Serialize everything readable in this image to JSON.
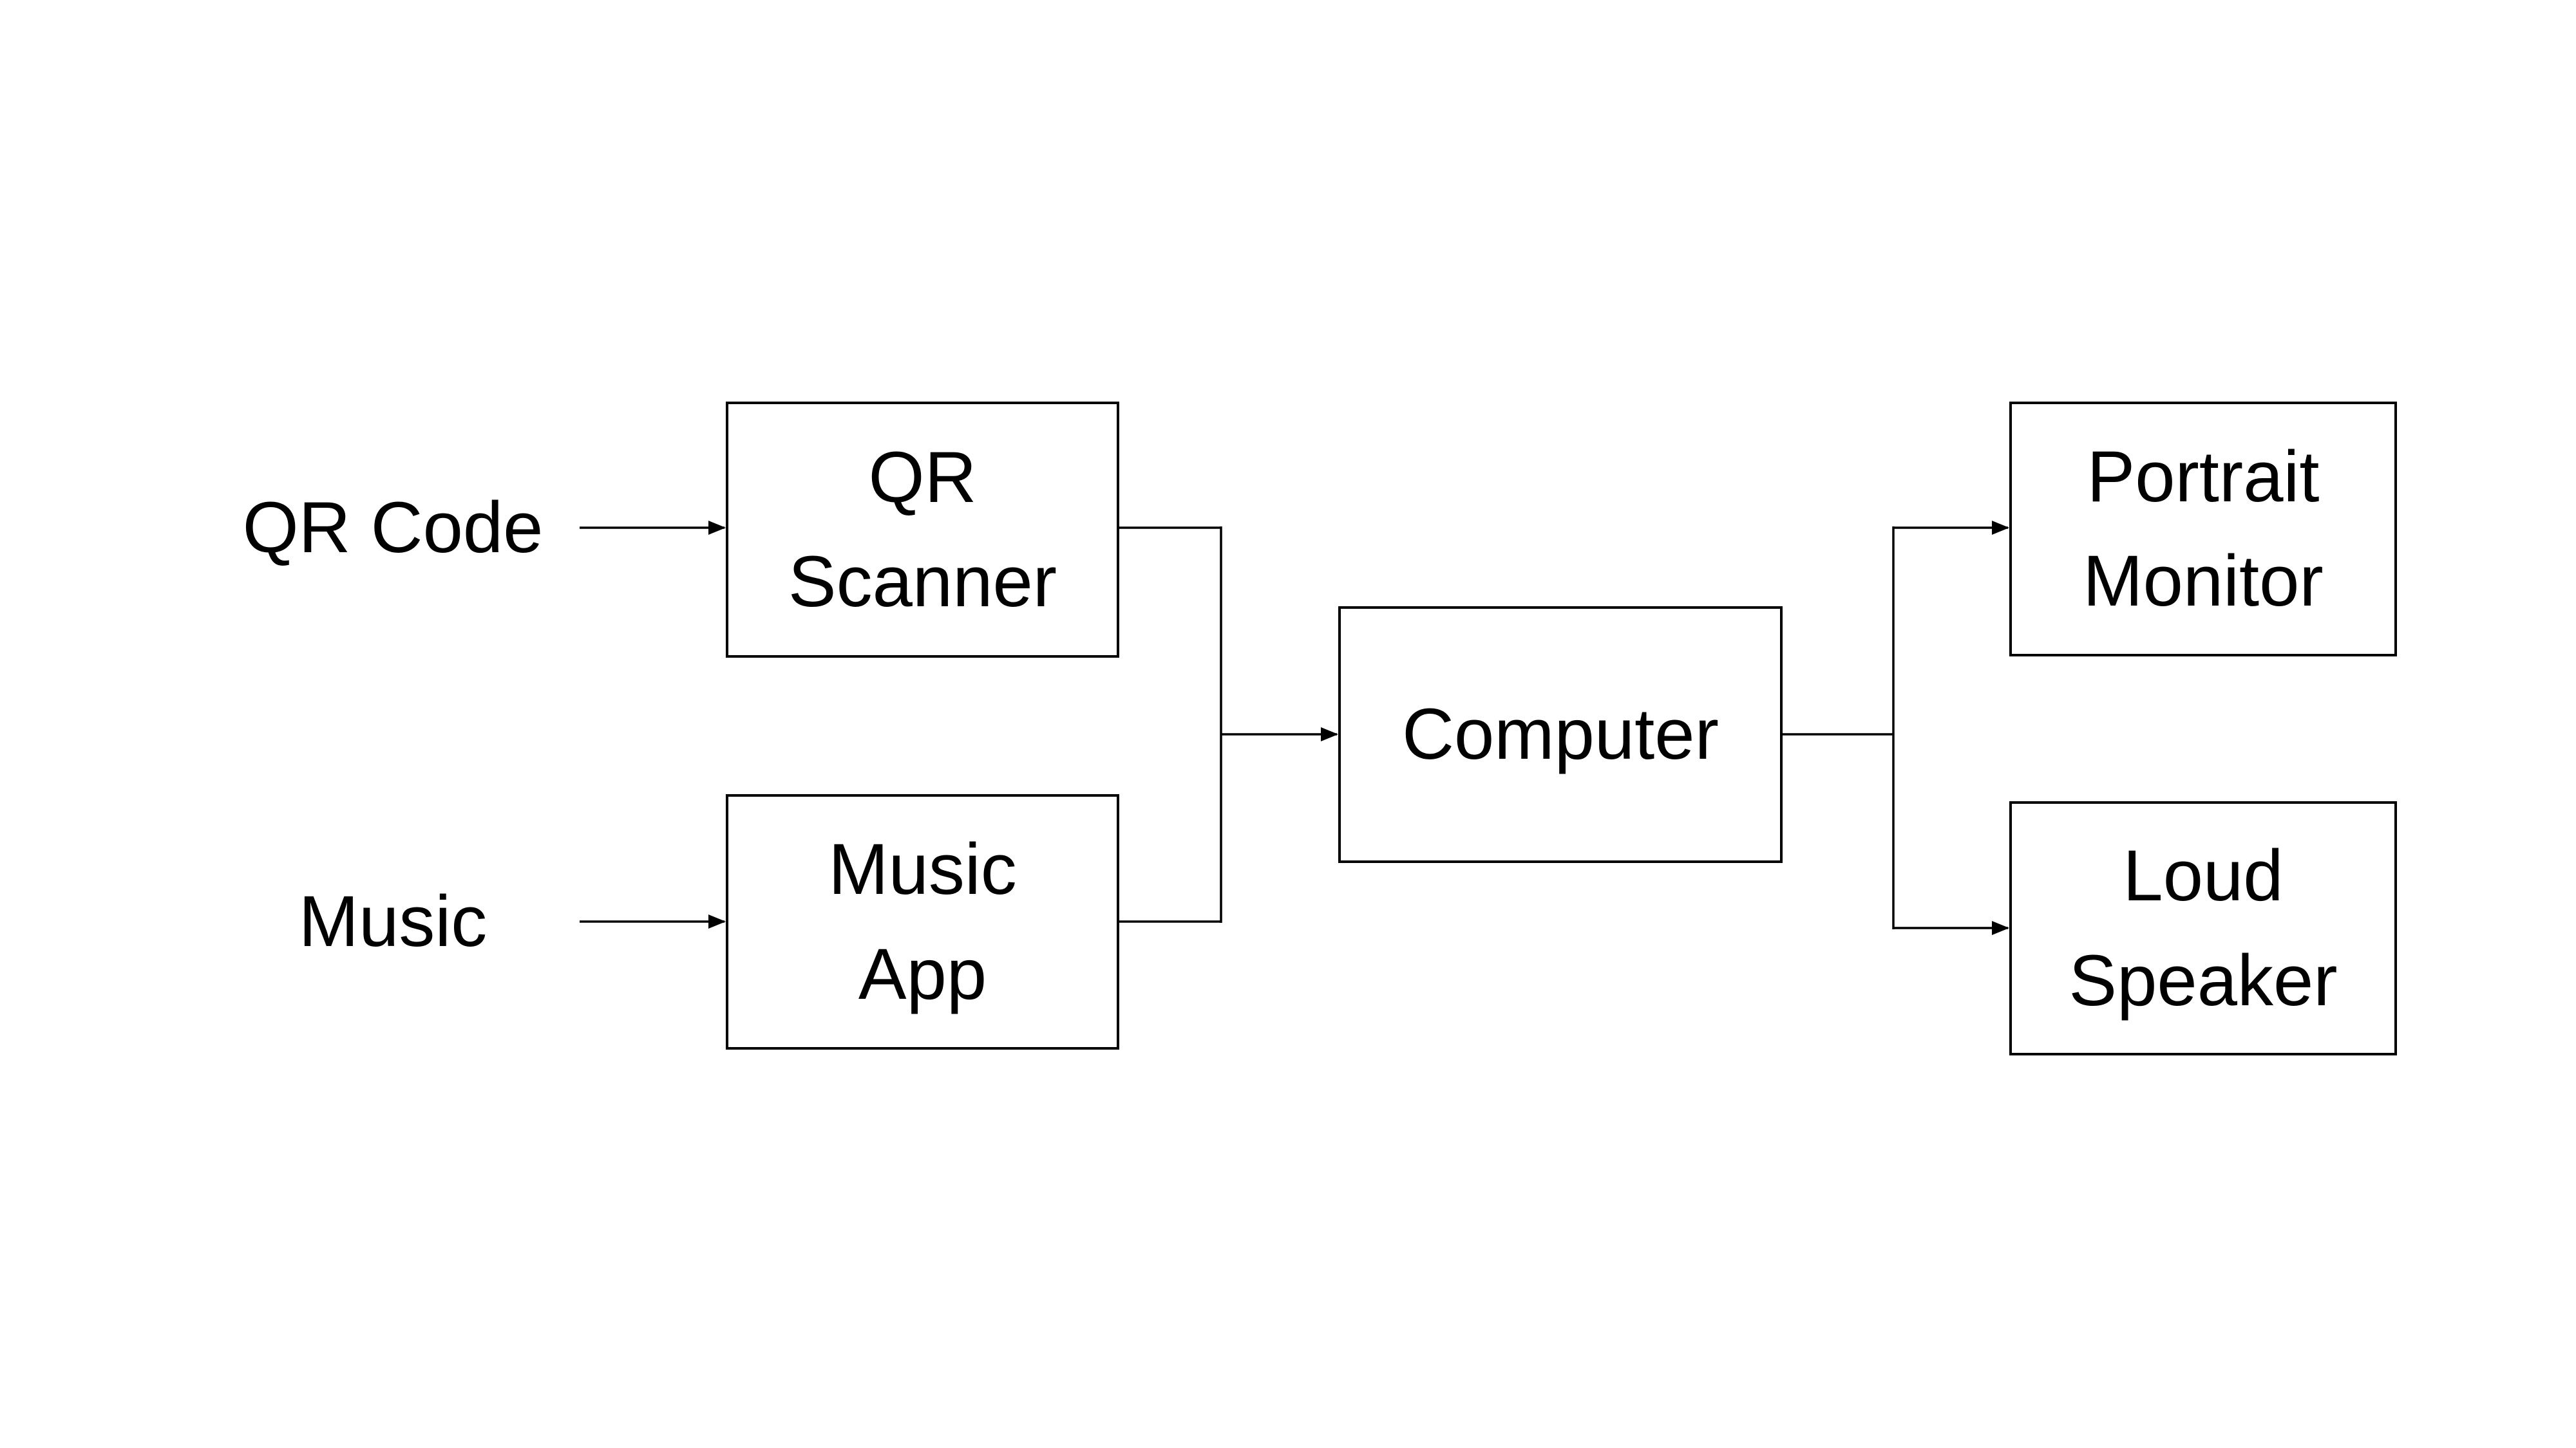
{
  "page": {
    "background": "#ffffff"
  },
  "diagram": {
    "stroke_color": "#000000",
    "text_color": "#000000",
    "box_fill": "#ffffff",
    "inputs": [
      {
        "id": "qr-code",
        "label": "QR Code"
      },
      {
        "id": "music",
        "label": "Music"
      }
    ],
    "nodes": [
      {
        "id": "qr-scanner",
        "label": "QR\nScanner"
      },
      {
        "id": "music-app",
        "label": "Music\nApp"
      },
      {
        "id": "computer",
        "label": "Computer"
      },
      {
        "id": "portrait-monitor",
        "label": "Portrait\nMonitor"
      },
      {
        "id": "loud-speaker",
        "label": "Loud\nSpeaker"
      }
    ],
    "edges": [
      {
        "from": "QR Code",
        "to": "QR Scanner",
        "arrow": true
      },
      {
        "from": "Music",
        "to": "Music App",
        "arrow": true
      },
      {
        "from": "QR Scanner",
        "to": "Computer",
        "arrow": true
      },
      {
        "from": "Music App",
        "to": "Computer",
        "arrow": true
      },
      {
        "from": "Computer",
        "to": "Portrait Monitor",
        "arrow": true
      },
      {
        "from": "Computer",
        "to": "Loud Speaker",
        "arrow": true
      }
    ]
  }
}
